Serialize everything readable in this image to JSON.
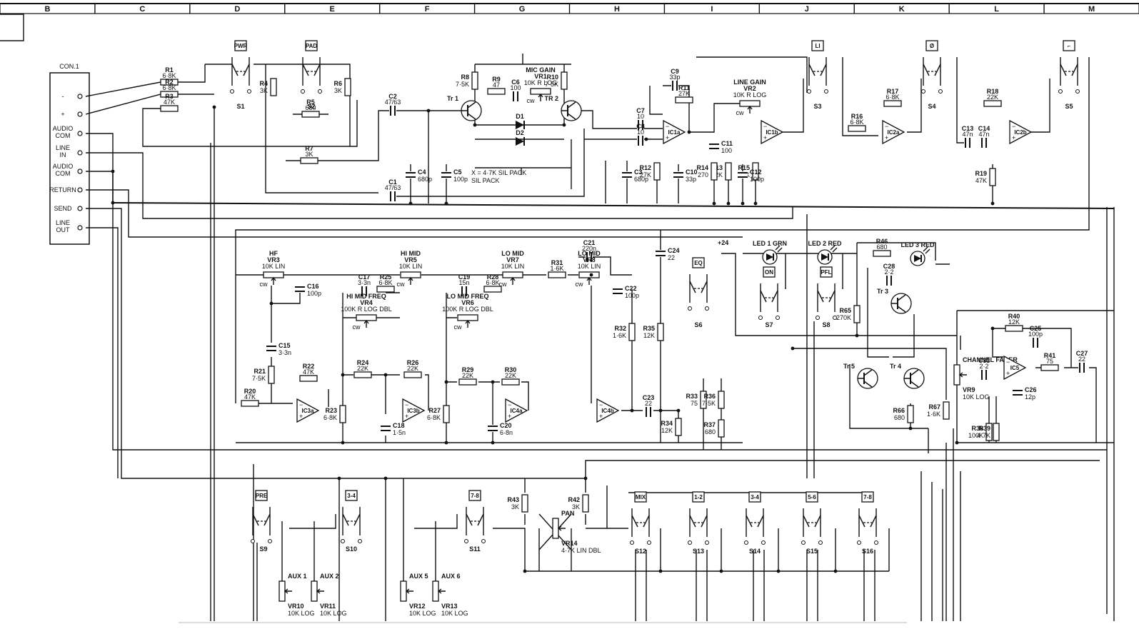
{
  "grid": {
    "columns": [
      "B",
      "C",
      "D",
      "E",
      "F",
      "G",
      "H",
      "I",
      "J",
      "K",
      "L",
      "M"
    ]
  },
  "connector": {
    "title": "CON.1",
    "pins": [
      "-",
      "+",
      "AUDIO COM",
      "LINE IN",
      "AUDIO COM",
      "RETURN",
      "SEND",
      "LINE OUT"
    ]
  },
  "switch_tags": [
    "PWR",
    "PAD",
    "LI",
    "Ø",
    "⌐",
    "EQ",
    "ON",
    "PFL",
    "PRE",
    "3-4",
    "7-8",
    "MIX",
    "1-2",
    "3-4",
    "5-6",
    "7-8"
  ],
  "switch_labels": [
    "S1",
    "S2",
    "S3",
    "S4",
    "S5",
    "S6",
    "S7",
    "S8",
    "S9",
    "S10",
    "S11",
    "S12",
    "S13",
    "S14",
    "S15",
    "S16"
  ],
  "resistors": [
    {
      "ref": "R1",
      "value": "6·8K"
    },
    {
      "ref": "R2",
      "value": "6·8K"
    },
    {
      "ref": "R3",
      "value": "47K"
    },
    {
      "ref": "R4",
      "value": "3K"
    },
    {
      "ref": "R5",
      "value": "680"
    },
    {
      "ref": "R6",
      "value": "3K"
    },
    {
      "ref": "R7",
      "value": "3K"
    },
    {
      "ref": "R8",
      "value": "7·5K"
    },
    {
      "ref": "R9",
      "value": "47"
    },
    {
      "ref": "R10",
      "value": "7·5K"
    },
    {
      "ref": "R11",
      "value": "27K"
    },
    {
      "ref": "R12",
      "value": "27K"
    },
    {
      "ref": "R13",
      "value": "12K"
    },
    {
      "ref": "R14",
      "value": "270"
    },
    {
      "ref": "R15",
      "value": "3K"
    },
    {
      "ref": "R16",
      "value": "6·8K"
    },
    {
      "ref": "R17",
      "value": "6·8K"
    },
    {
      "ref": "R18",
      "value": "22K"
    },
    {
      "ref": "R19",
      "value": "47K"
    },
    {
      "ref": "R20",
      "value": "47K"
    },
    {
      "ref": "R21",
      "value": "7·5K"
    },
    {
      "ref": "R22",
      "value": "47K"
    },
    {
      "ref": "R23",
      "value": "6·8K"
    },
    {
      "ref": "R24",
      "value": "22K"
    },
    {
      "ref": "R25",
      "value": "6·8K"
    },
    {
      "ref": "R26",
      "value": "22K"
    },
    {
      "ref": "R27",
      "value": "6·8K"
    },
    {
      "ref": "R28",
      "value": "6·8K"
    },
    {
      "ref": "R29",
      "value": "22K"
    },
    {
      "ref": "R30",
      "value": "22K"
    },
    {
      "ref": "R31",
      "value": "1·6K"
    },
    {
      "ref": "R32",
      "value": "1·6K"
    },
    {
      "ref": "R33",
      "value": "75"
    },
    {
      "ref": "R34",
      "value": "12K"
    },
    {
      "ref": "R35",
      "value": "12K"
    },
    {
      "ref": "R36",
      "value": "7·5K"
    },
    {
      "ref": "R37",
      "value": "680"
    },
    {
      "ref": "R38",
      "value": "100K"
    },
    {
      "ref": "R39",
      "value": "4·7K"
    },
    {
      "ref": "R40",
      "value": "12K"
    },
    {
      "ref": "R41",
      "value": "75"
    },
    {
      "ref": "R42",
      "value": "3K"
    },
    {
      "ref": "R43",
      "value": "3K"
    },
    {
      "ref": "R46",
      "value": "680"
    },
    {
      "ref": "R65",
      "value": "270K"
    },
    {
      "ref": "R66",
      "value": "680"
    },
    {
      "ref": "R67",
      "value": "1·6K"
    }
  ],
  "capacitors": [
    {
      "ref": "C1",
      "value": "47/63"
    },
    {
      "ref": "C2",
      "value": "47/63"
    },
    {
      "ref": "C3",
      "value": "680p"
    },
    {
      "ref": "C4",
      "value": "680p"
    },
    {
      "ref": "C5",
      "value": "100p"
    },
    {
      "ref": "C6",
      "value": "100"
    },
    {
      "ref": "C7",
      "value": "10"
    },
    {
      "ref": "C8",
      "value": "10"
    },
    {
      "ref": "C9",
      "value": "33p"
    },
    {
      "ref": "C10",
      "value": "33p"
    },
    {
      "ref": "C11",
      "value": "100"
    },
    {
      "ref": "C12",
      "value": "100p"
    },
    {
      "ref": "C13",
      "value": "47n"
    },
    {
      "ref": "C14",
      "value": "47n"
    },
    {
      "ref": "C15",
      "value": "3·3n"
    },
    {
      "ref": "C16",
      "value": "100p"
    },
    {
      "ref": "C17",
      "value": "3·3n"
    },
    {
      "ref": "C18",
      "value": "1·5n"
    },
    {
      "ref": "C19",
      "value": "15n"
    },
    {
      "ref": "C20",
      "value": "6·8n"
    },
    {
      "ref": "C21",
      "value": "220n"
    },
    {
      "ref": "C22",
      "value": "100p"
    },
    {
      "ref": "C23",
      "value": "22"
    },
    {
      "ref": "C24",
      "value": "22"
    },
    {
      "ref": "C25",
      "value": "100p"
    },
    {
      "ref": "C26",
      "value": "12p"
    },
    {
      "ref": "C27",
      "value": "22"
    },
    {
      "ref": "C28",
      "value": "2·2"
    },
    {
      "ref": "C33",
      "value": "2·2"
    }
  ],
  "pots": [
    {
      "ref": "VR1",
      "title": "MIC GAIN",
      "value": "10K R LOG"
    },
    {
      "ref": "VR2",
      "title": "LINE GAIN",
      "value": "10K R LOG"
    },
    {
      "ref": "VR3",
      "title": "HF",
      "value": "10K LIN"
    },
    {
      "ref": "VR4",
      "title": "HI MID FREQ",
      "value": "100K R LOG DBL"
    },
    {
      "ref": "VR5",
      "title": "HI MID",
      "value": "10K LIN"
    },
    {
      "ref": "VR6",
      "title": "LO MID FREQ",
      "value": "100K R LOG DBL"
    },
    {
      "ref": "VR7",
      "title": "LO MID",
      "value": "10K LIN"
    },
    {
      "ref": "VR8",
      "title": "LO MID",
      "value": "10K LIN"
    },
    {
      "ref": "VR9",
      "title": "CHANNEL FADER",
      "value": "10K LOG"
    },
    {
      "ref": "VR10",
      "title": "AUX 1",
      "value": "10K LOG"
    },
    {
      "ref": "VR11",
      "title": "AUX 2",
      "value": "10K LOG"
    },
    {
      "ref": "VR12",
      "title": "AUX 5",
      "value": "10K LOG"
    },
    {
      "ref": "VR13",
      "title": "AUX 6",
      "value": "10K LOG"
    },
    {
      "ref": "VR14",
      "title": "PAN",
      "value": "4·7K LIN DBL"
    }
  ],
  "opamps": [
    "IC1a",
    "IC1b",
    "IC2a",
    "IC2b",
    "IC3a",
    "IC3b",
    "IC4a",
    "IC4b",
    "IC5"
  ],
  "transistors": [
    "Tr 1",
    "TR 2",
    "Tr 3",
    "Tr 4",
    "Tr 5"
  ],
  "diodes": [
    "D1",
    "D2"
  ],
  "leds": [
    "LED 1 GRN",
    "LED 2 RED",
    "LED 3 RED"
  ],
  "notes": {
    "sil_pack": "X = 4·7K SIL PACK",
    "supply": "+24",
    "cw": "cw"
  }
}
